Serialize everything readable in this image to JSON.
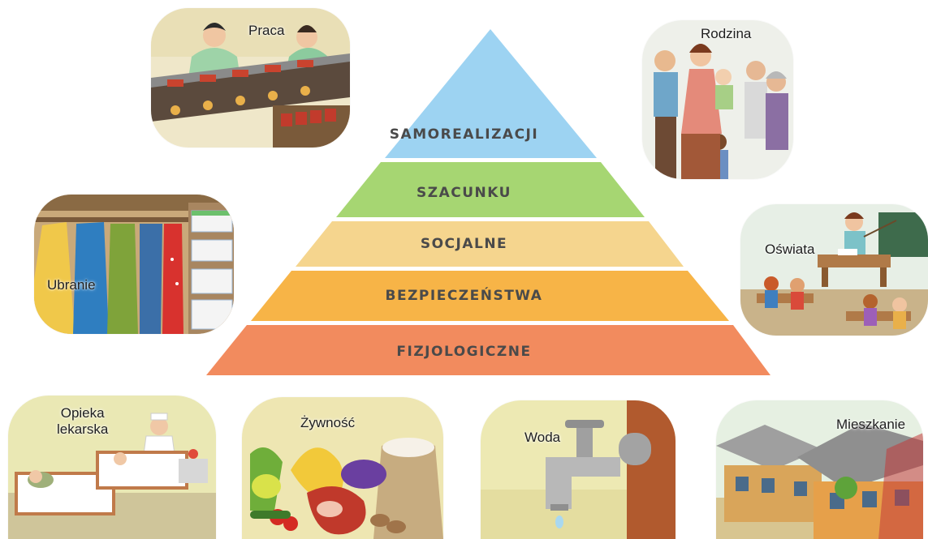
{
  "pyramid": {
    "levels": [
      {
        "label": "SAMOREALIZACJI",
        "color": "#9dd3f2"
      },
      {
        "label": "SZACUNKU",
        "color": "#a6d672"
      },
      {
        "label": "SOCJALNE",
        "color": "#f5d58e"
      },
      {
        "label": "BEZPIECZEŃSTWA",
        "color": "#f7b447"
      },
      {
        "label": "FIZJOLOGICZNE",
        "color": "#f28b5e"
      }
    ]
  },
  "scenes": {
    "praca": {
      "label": "Praca",
      "icon": "factory-conveyor-scene"
    },
    "rodzina": {
      "label": "Rodzina",
      "icon": "family-group-scene"
    },
    "ubranie": {
      "label": "Ubranie",
      "icon": "clothes-wardrobe-scene"
    },
    "oswiata": {
      "label": "Oświata",
      "icon": "classroom-scene"
    },
    "opieka": {
      "label_line1": "Opieka",
      "label_line2": "lekarska",
      "icon": "hospital-ward-scene"
    },
    "zywnosc": {
      "label": "Żywność",
      "icon": "food-basket-scene"
    },
    "woda": {
      "label": "Woda",
      "icon": "water-tap-scene"
    },
    "mieszkanie": {
      "label": "Mieszkanie",
      "icon": "houses-scene"
    }
  }
}
